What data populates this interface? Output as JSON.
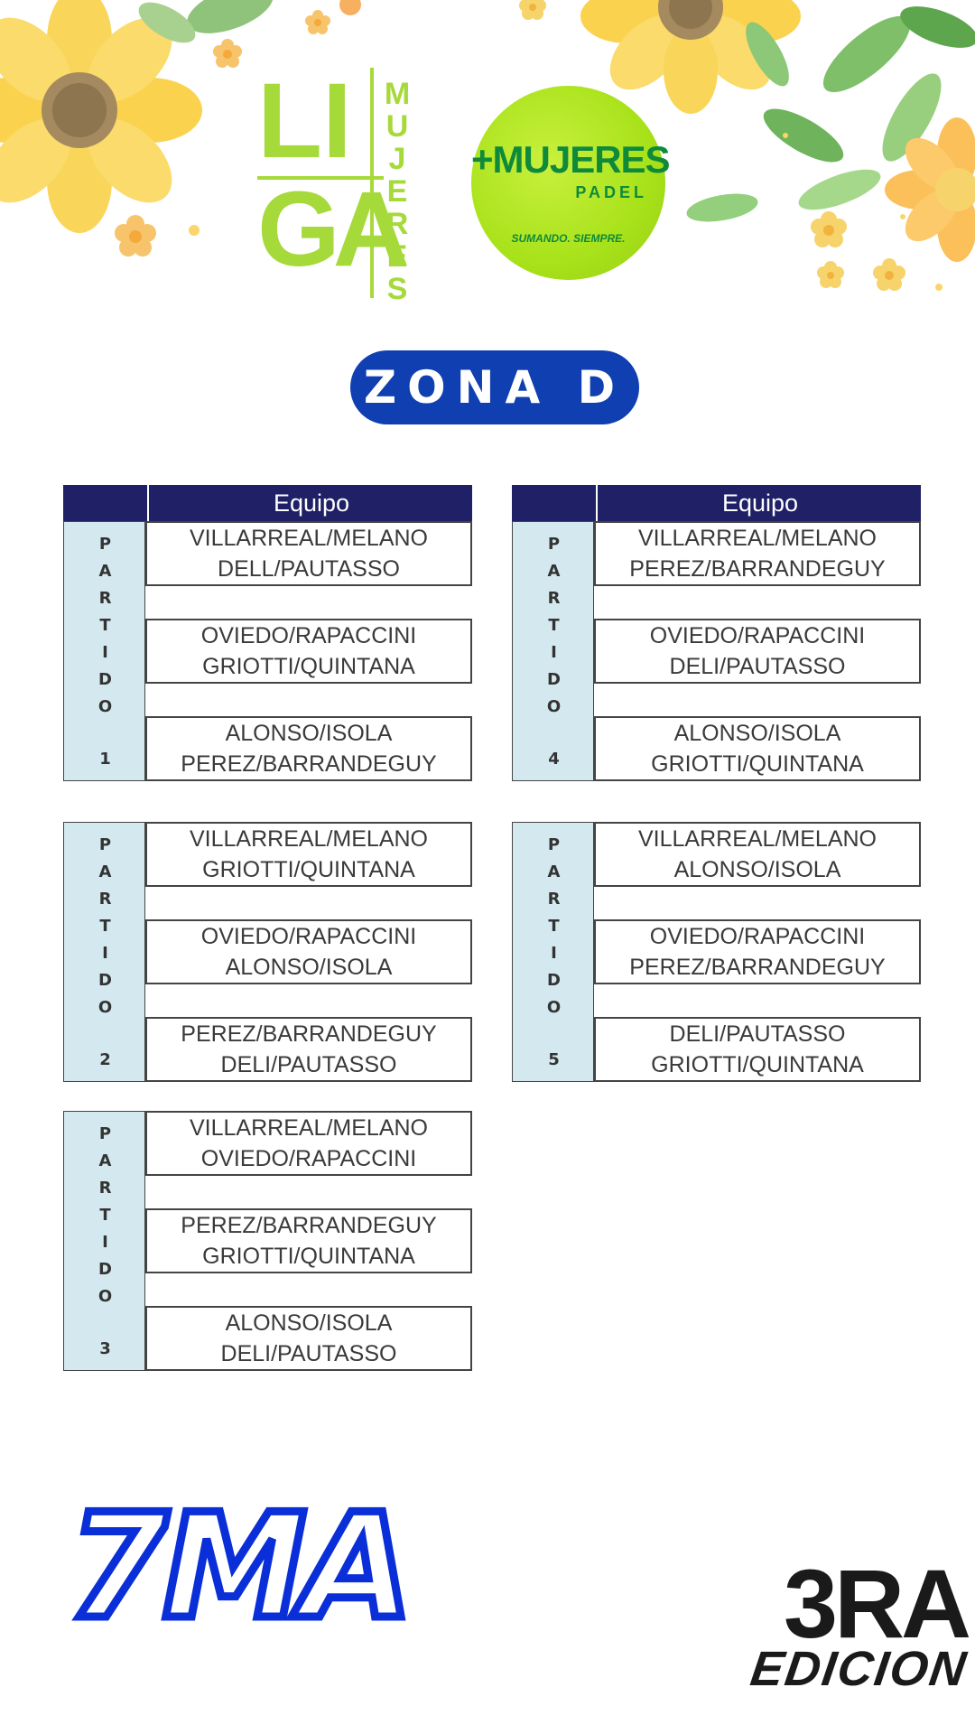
{
  "header": {
    "liga_logo": {
      "text_l": "L",
      "text_i": "I",
      "text_ga": "GA",
      "text_mujeres": "MUJERES"
    },
    "ball_logo": {
      "title": "+MUJERES",
      "subtitle": "PADEL",
      "slogan": "SUMANDO. SIEMPRE."
    }
  },
  "zona": {
    "label": "ZONA D"
  },
  "column_header": "Equipo",
  "matches": [
    {
      "side_letters": [
        "P",
        "A",
        "R",
        "T",
        "I",
        "D",
        "O"
      ],
      "number": "1",
      "teams": [
        [
          "VILLARREAL/MELANO",
          "DELL/PAUTASSO"
        ],
        [
          "OVIEDO/RAPACCINI",
          "GRIOTTI/QUINTANA"
        ],
        [
          "ALONSO/ISOLA",
          "PEREZ/BARRANDEGUY"
        ]
      ]
    },
    {
      "side_letters": [
        "P",
        "A",
        "R",
        "T",
        "I",
        "D",
        "O"
      ],
      "number": "2",
      "teams": [
        [
          "VILLARREAL/MELANO",
          "GRIOTTI/QUINTANA"
        ],
        [
          "OVIEDO/RAPACCINI",
          "ALONSO/ISOLA"
        ],
        [
          "PEREZ/BARRANDEGUY",
          "DELI/PAUTASSO"
        ]
      ]
    },
    {
      "side_letters": [
        "P",
        "A",
        "R",
        "T",
        "I",
        "D",
        "O"
      ],
      "number": "3",
      "teams": [
        [
          "VILLARREAL/MELANO",
          "OVIEDO/RAPACCINI"
        ],
        [
          "PEREZ/BARRANDEGUY",
          "GRIOTTI/QUINTANA"
        ],
        [
          "ALONSO/ISOLA",
          "DELI/PAUTASSO"
        ]
      ]
    },
    {
      "side_letters": [
        "P",
        "A",
        "R",
        "T",
        "I",
        "D",
        "O"
      ],
      "number": "4",
      "teams": [
        [
          "VILLARREAL/MELANO",
          "PEREZ/BARRANDEGUY"
        ],
        [
          "OVIEDO/RAPACCINI",
          "DELI/PAUTASSO"
        ],
        [
          "ALONSO/ISOLA",
          "GRIOTTI/QUINTANA"
        ]
      ]
    },
    {
      "side_letters": [
        "P",
        "A",
        "R",
        "T",
        "I",
        "D",
        "O"
      ],
      "number": "5",
      "teams": [
        [
          "VILLARREAL/MELANO",
          "ALONSO/ISOLA"
        ],
        [
          "OVIEDO/RAPACCINI",
          "PEREZ/BARRANDEGUY"
        ],
        [
          "DELI/PAUTASSO",
          "GRIOTTI/QUINTANA"
        ]
      ]
    }
  ],
  "footer": {
    "round": "7MA",
    "edition_num": "3RA",
    "edition_word": "EDICION"
  },
  "colors": {
    "accent_blue": "#0f3fb0",
    "header_navy": "#1f2066",
    "side_cell": "#d4e9ef",
    "logo_green": "#a6d93a"
  }
}
